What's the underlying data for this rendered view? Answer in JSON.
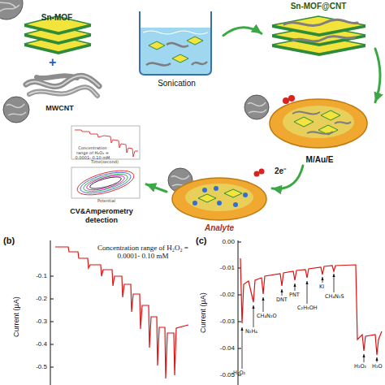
{
  "diagram": {
    "nodes": [
      {
        "text": [
          "Sn-MOF"
        ]
      },
      {
        "text": [
          "MWCNT"
        ]
      },
      {
        "text": [
          "Sonication"
        ]
      },
      {
        "text": [
          "Sn-MOF@CNT"
        ]
      },
      {
        "text": [
          "M/Au/E"
        ]
      },
      {
        "text": [
          "Analyte"
        ]
      },
      {
        "text": [
          "CV&Amperometry detection"
        ]
      }
    ],
    "edges": [
      {
        "from": 2,
        "to": 3,
        "arrow": "to"
      },
      {
        "from": 3,
        "to": 4,
        "arrow": "to"
      },
      {
        "from": 4,
        "to": 5,
        "label": "2e⁻",
        "arrow": "to"
      },
      {
        "from": 5,
        "to": 6,
        "arrow": "to"
      }
    ],
    "labels": [
      "+",
      "Concentration range of H₂O₂ = 0.0001- 0.10 mM",
      "Time(second)",
      "Potential",
      "(b)",
      "Concentration range of H₂O₂ = 0.0001- 0.10 mM",
      "Current (μA)",
      "-0.1",
      "-0.2",
      "-0.3",
      "-0.4",
      "-0.5",
      "(c)",
      "Current (μA)",
      "0.00",
      "-0.01",
      "-0.02",
      "-0.03",
      "-0.04",
      "-0.05",
      "H₂O₂",
      "N₂H₄",
      "CH₄N₂O",
      "DNT",
      "PNT",
      "C₂H₅OH",
      "KI",
      "CH₄N₂S",
      "H₂O₂",
      "H₂O"
    ]
  }
}
